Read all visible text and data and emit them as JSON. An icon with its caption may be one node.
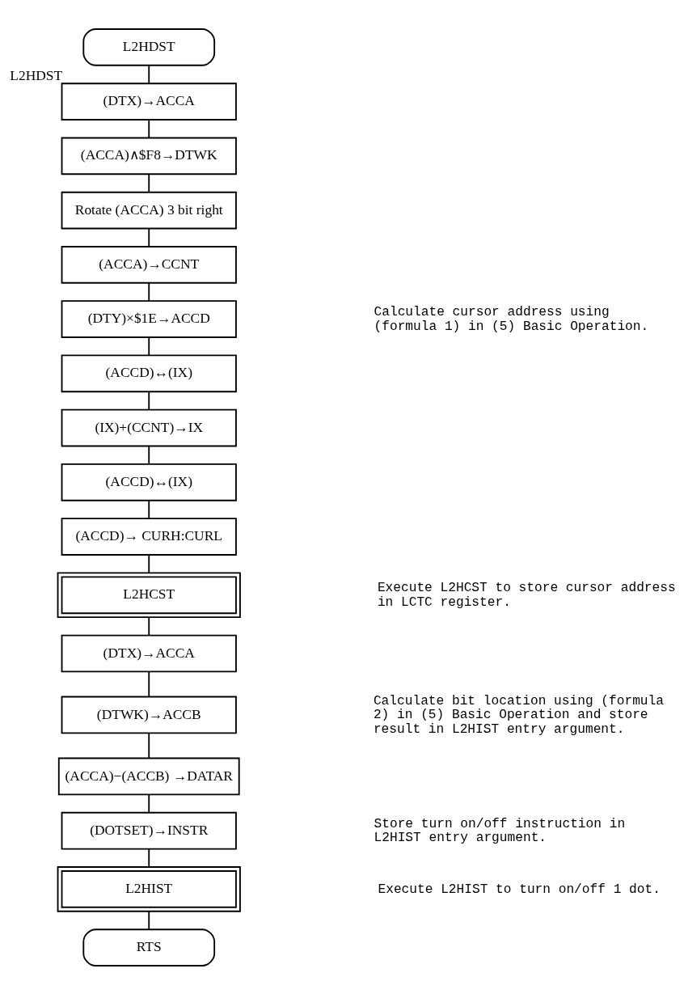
{
  "diagram": {
    "nodes": [
      {
        "text": [
          "L2HDST"
        ]
      },
      {
        "text": [
          "(DTX)→ACCA"
        ],
        "beside": [
          "L2HDST"
        ]
      },
      {
        "text": [
          "(ACCA)∧$F8→DTWK"
        ]
      },
      {
        "text": [
          "Rotate (ACCA) 3 bit right"
        ]
      },
      {
        "text": [
          "(ACCA)→CCNT"
        ]
      },
      {
        "text": [
          "(DTY)×$1E→ACCD"
        ]
      },
      {
        "text": [
          "(ACCD)↔(IX)"
        ]
      },
      {
        "text": [
          "(IX)+(CCNT)→IX"
        ]
      },
      {
        "text": [
          "(ACCD)↔(IX)"
        ]
      },
      {
        "text": [
          "(ACCD)→ CURH:CURL"
        ]
      },
      {
        "text": [
          "L2HCST"
        ]
      },
      {
        "text": [
          "(DTX)→ACCA"
        ]
      },
      {
        "text": [
          "(DTWK)→ACCB"
        ]
      },
      {
        "text": [
          "(ACCA)−(ACCB) →DATAR"
        ]
      },
      {
        "text": [
          "(DOTSET)→INSTR"
        ]
      },
      {
        "text": [
          "L2HIST"
        ]
      },
      {
        "text": [
          "RTS"
        ]
      }
    ],
    "edges": [
      {
        "from": 0,
        "to": 1,
        "arrow": "none"
      },
      {
        "from": 1,
        "to": 2,
        "arrow": "none"
      },
      {
        "from": 2,
        "to": 3,
        "arrow": "none"
      },
      {
        "from": 3,
        "to": 4,
        "arrow": "none"
      },
      {
        "from": 4,
        "to": 5,
        "arrow": "none"
      },
      {
        "from": 5,
        "to": 6,
        "arrow": "none"
      },
      {
        "from": 6,
        "to": 7,
        "arrow": "none"
      },
      {
        "from": 7,
        "to": 8,
        "arrow": "none"
      },
      {
        "from": 8,
        "to": 9,
        "arrow": "none"
      },
      {
        "from": 9,
        "to": 10,
        "arrow": "none"
      },
      {
        "from": 10,
        "to": 11,
        "arrow": "none"
      },
      {
        "from": 11,
        "to": 12,
        "arrow": "none"
      },
      {
        "from": 12,
        "to": 13,
        "arrow": "none"
      },
      {
        "from": 13,
        "to": 14,
        "arrow": "none"
      },
      {
        "from": 14,
        "to": 15,
        "arrow": "none"
      },
      {
        "from": 15,
        "to": 16,
        "arrow": "none"
      }
    ],
    "labels": [
      "Calculate cursor address using (formula 1) in (5) Basic Operation.",
      "Execute L2HCST to store cursor address in LCTC register.",
      "Calculate bit location using (formula 2) in (5) Basic Operation and store result in L2HIST entry argument.",
      "Store turn on/off instruction in L2HIST entry argument.",
      "Execute L2HIST to turn on/off 1 dot."
    ]
  }
}
